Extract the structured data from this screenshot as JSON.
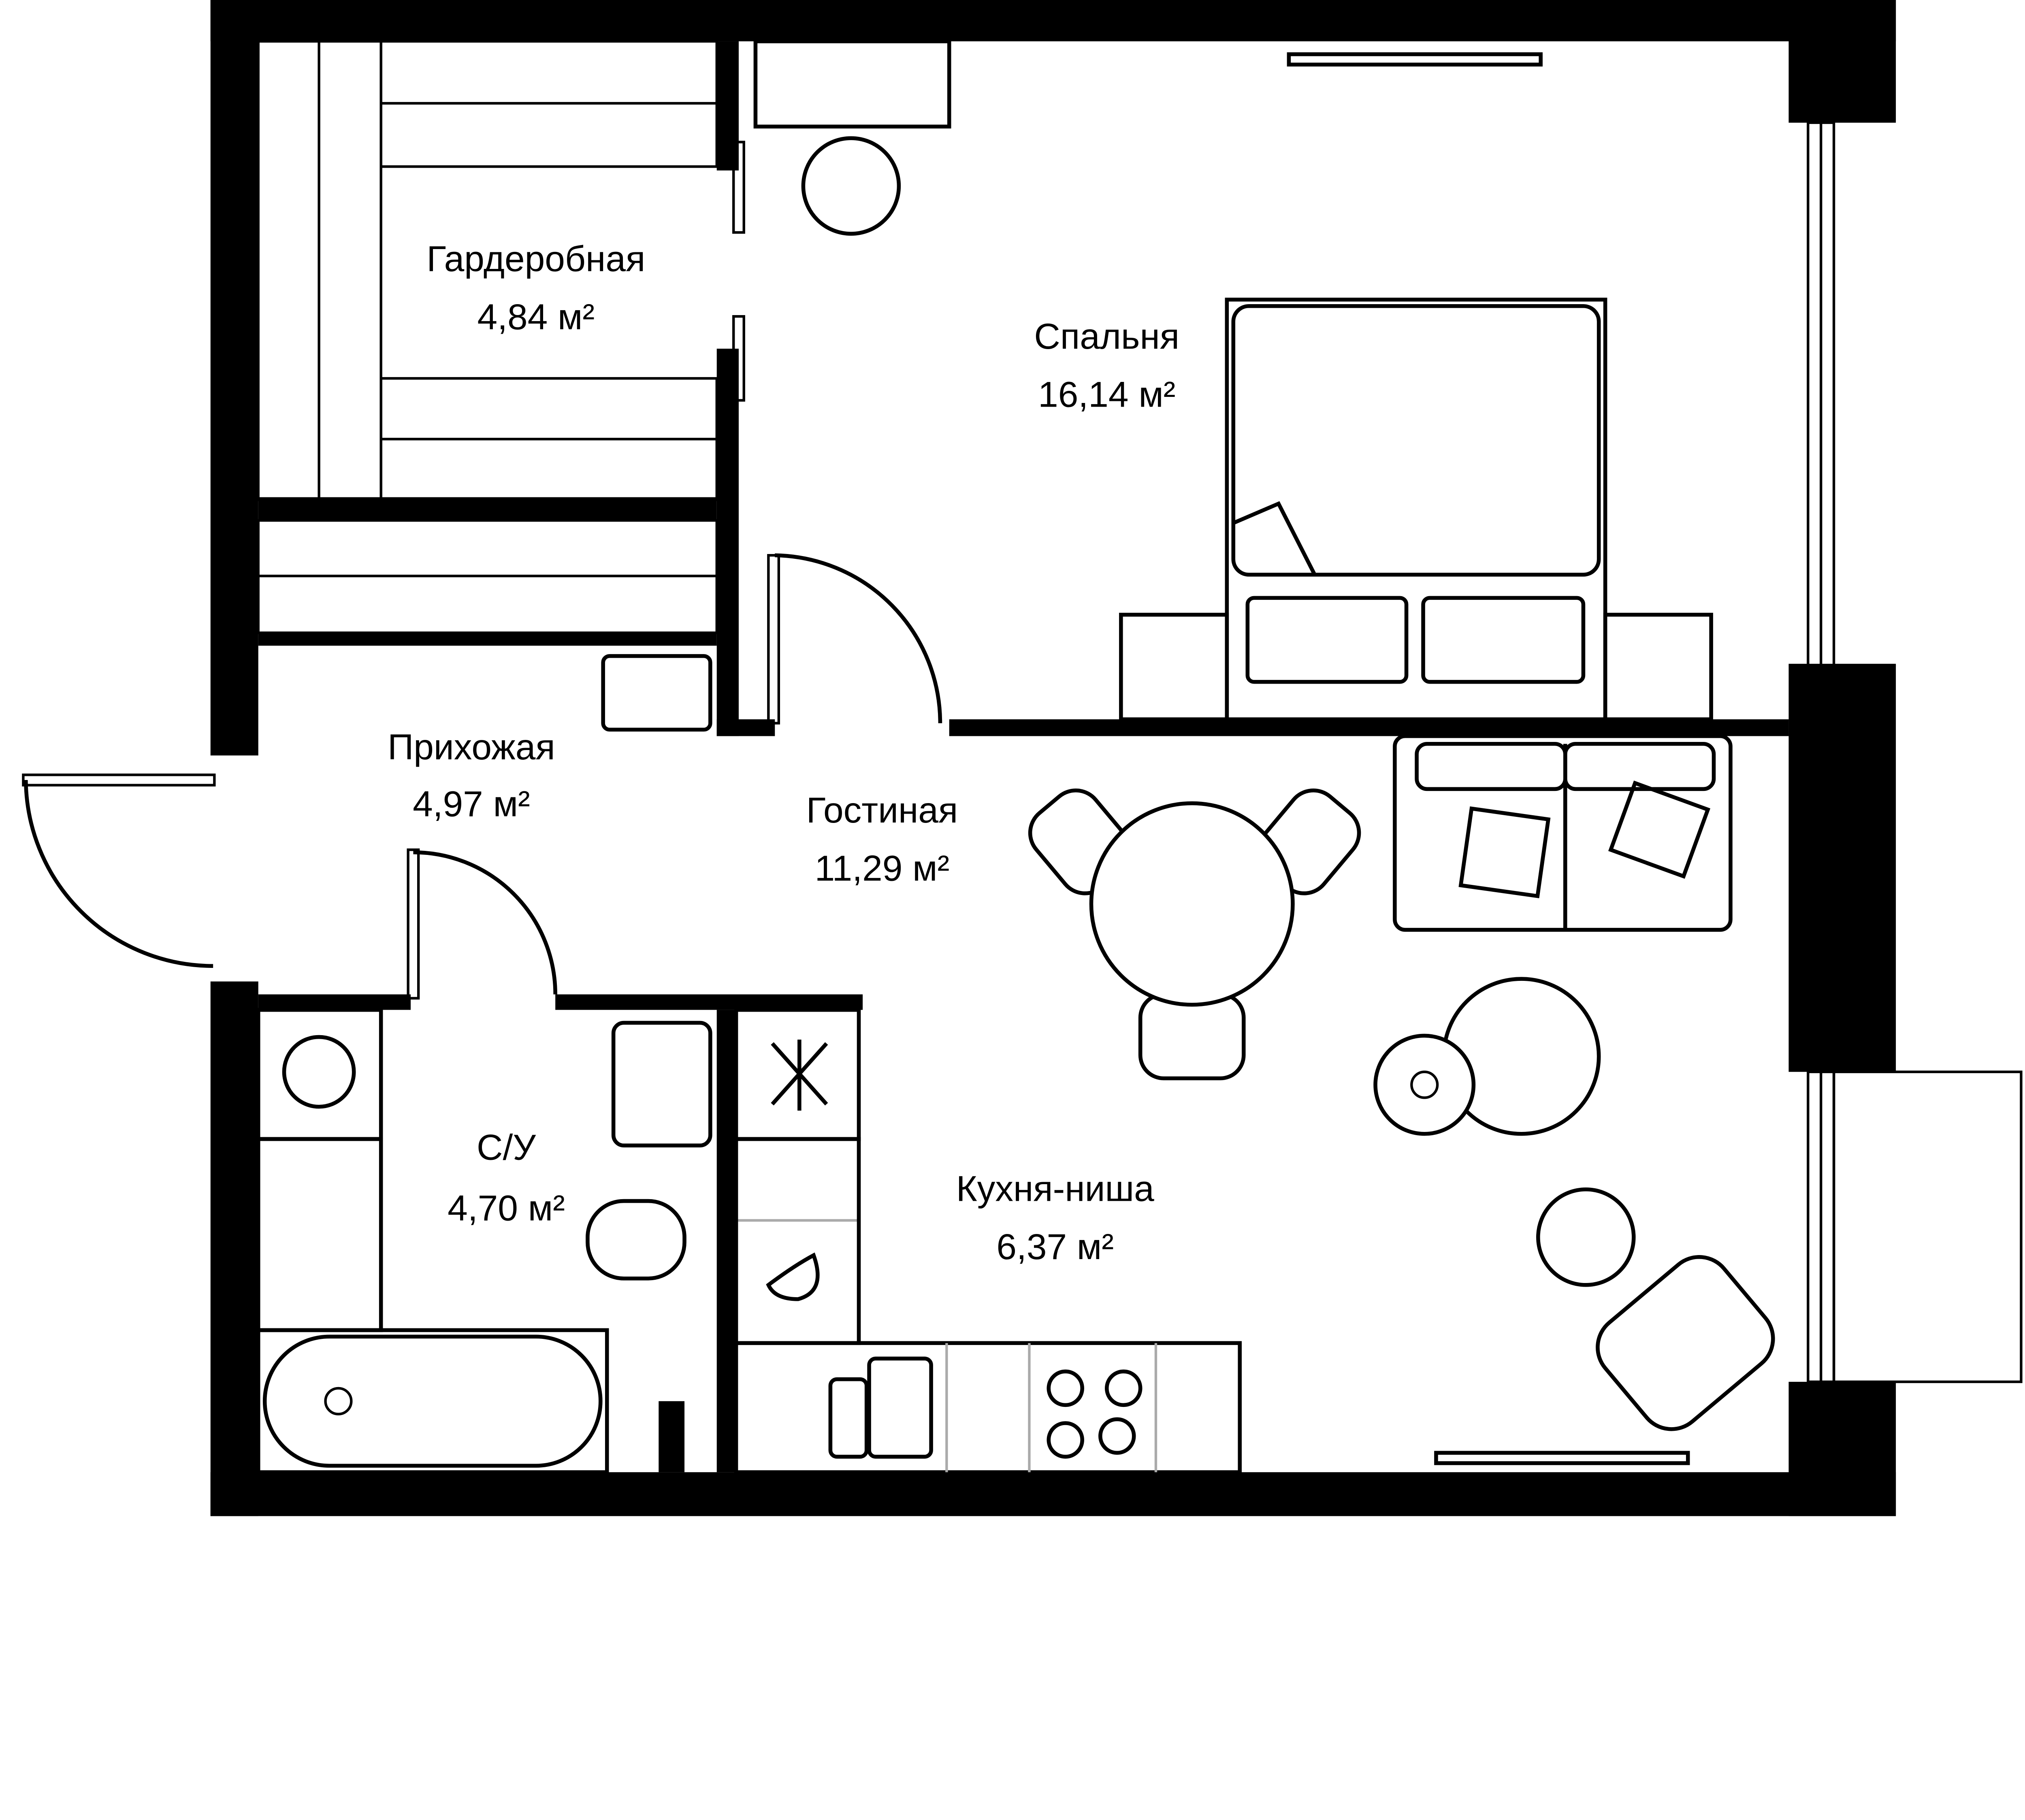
{
  "plan": {
    "rooms": [
      {
        "id": "wardrobe",
        "name": "Гардеробная",
        "area": "4,84 м²"
      },
      {
        "id": "bedroom",
        "name": "Спальня",
        "area": "16,14 м²"
      },
      {
        "id": "hallway",
        "name": "Прихожая",
        "area": "4,97 м²"
      },
      {
        "id": "living",
        "name": "Гостиная",
        "area": "11,29 м²"
      },
      {
        "id": "bathroom",
        "name": "С/У",
        "area": "4,70 м²"
      },
      {
        "id": "kitchen",
        "name": "Кухня-ниша",
        "area": "6,37 м²"
      }
    ],
    "colors": {
      "wall": "#000000",
      "background": "#ffffff",
      "furniture_line": "#000000"
    }
  }
}
